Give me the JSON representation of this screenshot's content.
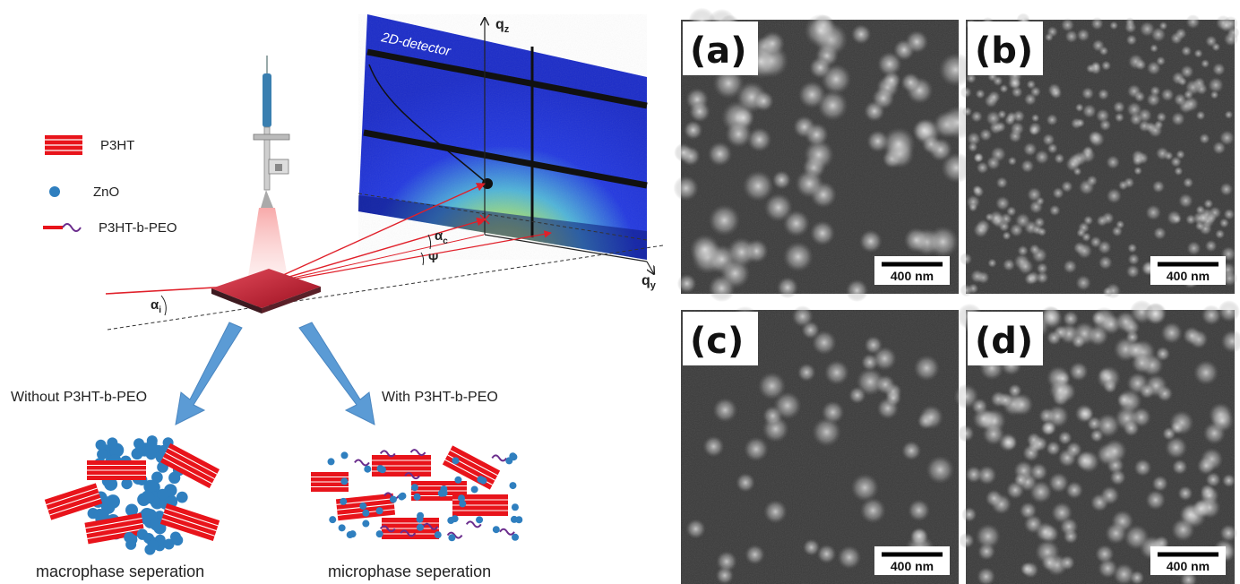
{
  "legend": {
    "items": [
      {
        "label": "P3HT",
        "icon": "red-stripe-block-icon"
      },
      {
        "label": "ZnO",
        "icon": "blue-dot-icon"
      },
      {
        "label": "P3HT-b-PEO",
        "icon": "red-purple-chain-icon"
      }
    ]
  },
  "setup": {
    "detector_label": "2D-detector",
    "axis_qz": "q",
    "axis_qz_sub": "z",
    "axis_qy": "q",
    "axis_qy_sub": "y",
    "angle_incident": "α",
    "angle_incident_sub": "i",
    "angle_critical": "α",
    "angle_critical_sub": "c",
    "angle_psi": "Ψ"
  },
  "branches": {
    "left_label": "Without P3HT-b-PEO",
    "right_label": "With P3HT-b-PEO",
    "left_caption": "macrophase seperation",
    "right_caption": "microphase seperation"
  },
  "micrographs": [
    {
      "label": "(a)",
      "scale": "400 nm"
    },
    {
      "label": "(b)",
      "scale": "400 nm"
    },
    {
      "label": "(c)",
      "scale": "400 nm"
    },
    {
      "label": "(d)",
      "scale": "400 nm"
    }
  ],
  "colors": {
    "p3ht_red": "#e8141b",
    "zno_blue": "#2f7fbf",
    "peo_purple": "#6a2c8c",
    "arrow_blue": "#5b9bd5",
    "detector_blue": "#1a2fd6",
    "beam_red": "#e0202a"
  }
}
